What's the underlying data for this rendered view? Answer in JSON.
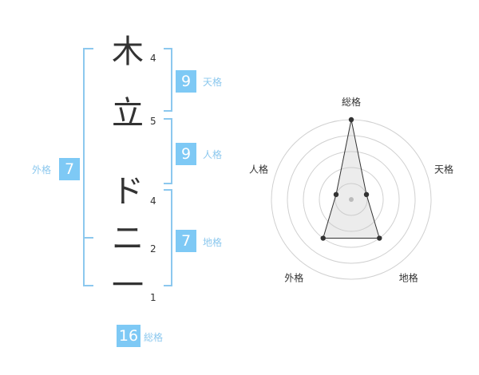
{
  "name_chars": [
    {
      "char": "木",
      "strokes": "4"
    },
    {
      "char": "立",
      "strokes": "5"
    },
    {
      "char": "ド",
      "strokes": "4"
    },
    {
      "char": "ニ",
      "strokes": "2"
    },
    {
      "char": "一",
      "strokes": "1"
    }
  ],
  "fortunes": {
    "tenkaku": {
      "value": "9",
      "label": "天格"
    },
    "jinkaku": {
      "value": "9",
      "label": "人格"
    },
    "chikaku": {
      "value": "7",
      "label": "地格"
    },
    "gaikaku": {
      "value": "7",
      "label": "外格"
    },
    "soukaku": {
      "value": "16",
      "label": "総格"
    }
  },
  "colors": {
    "accent": "#7ec9f5",
    "label": "#8cc8ee",
    "bracket": "#8cc8ee"
  },
  "chart_data": {
    "type": "radar",
    "axes": [
      "総格",
      "天格",
      "地格",
      "外格",
      "人格"
    ],
    "values": [
      5,
      1,
      3,
      3,
      1
    ],
    "max": 5,
    "grid_rings": 5
  }
}
